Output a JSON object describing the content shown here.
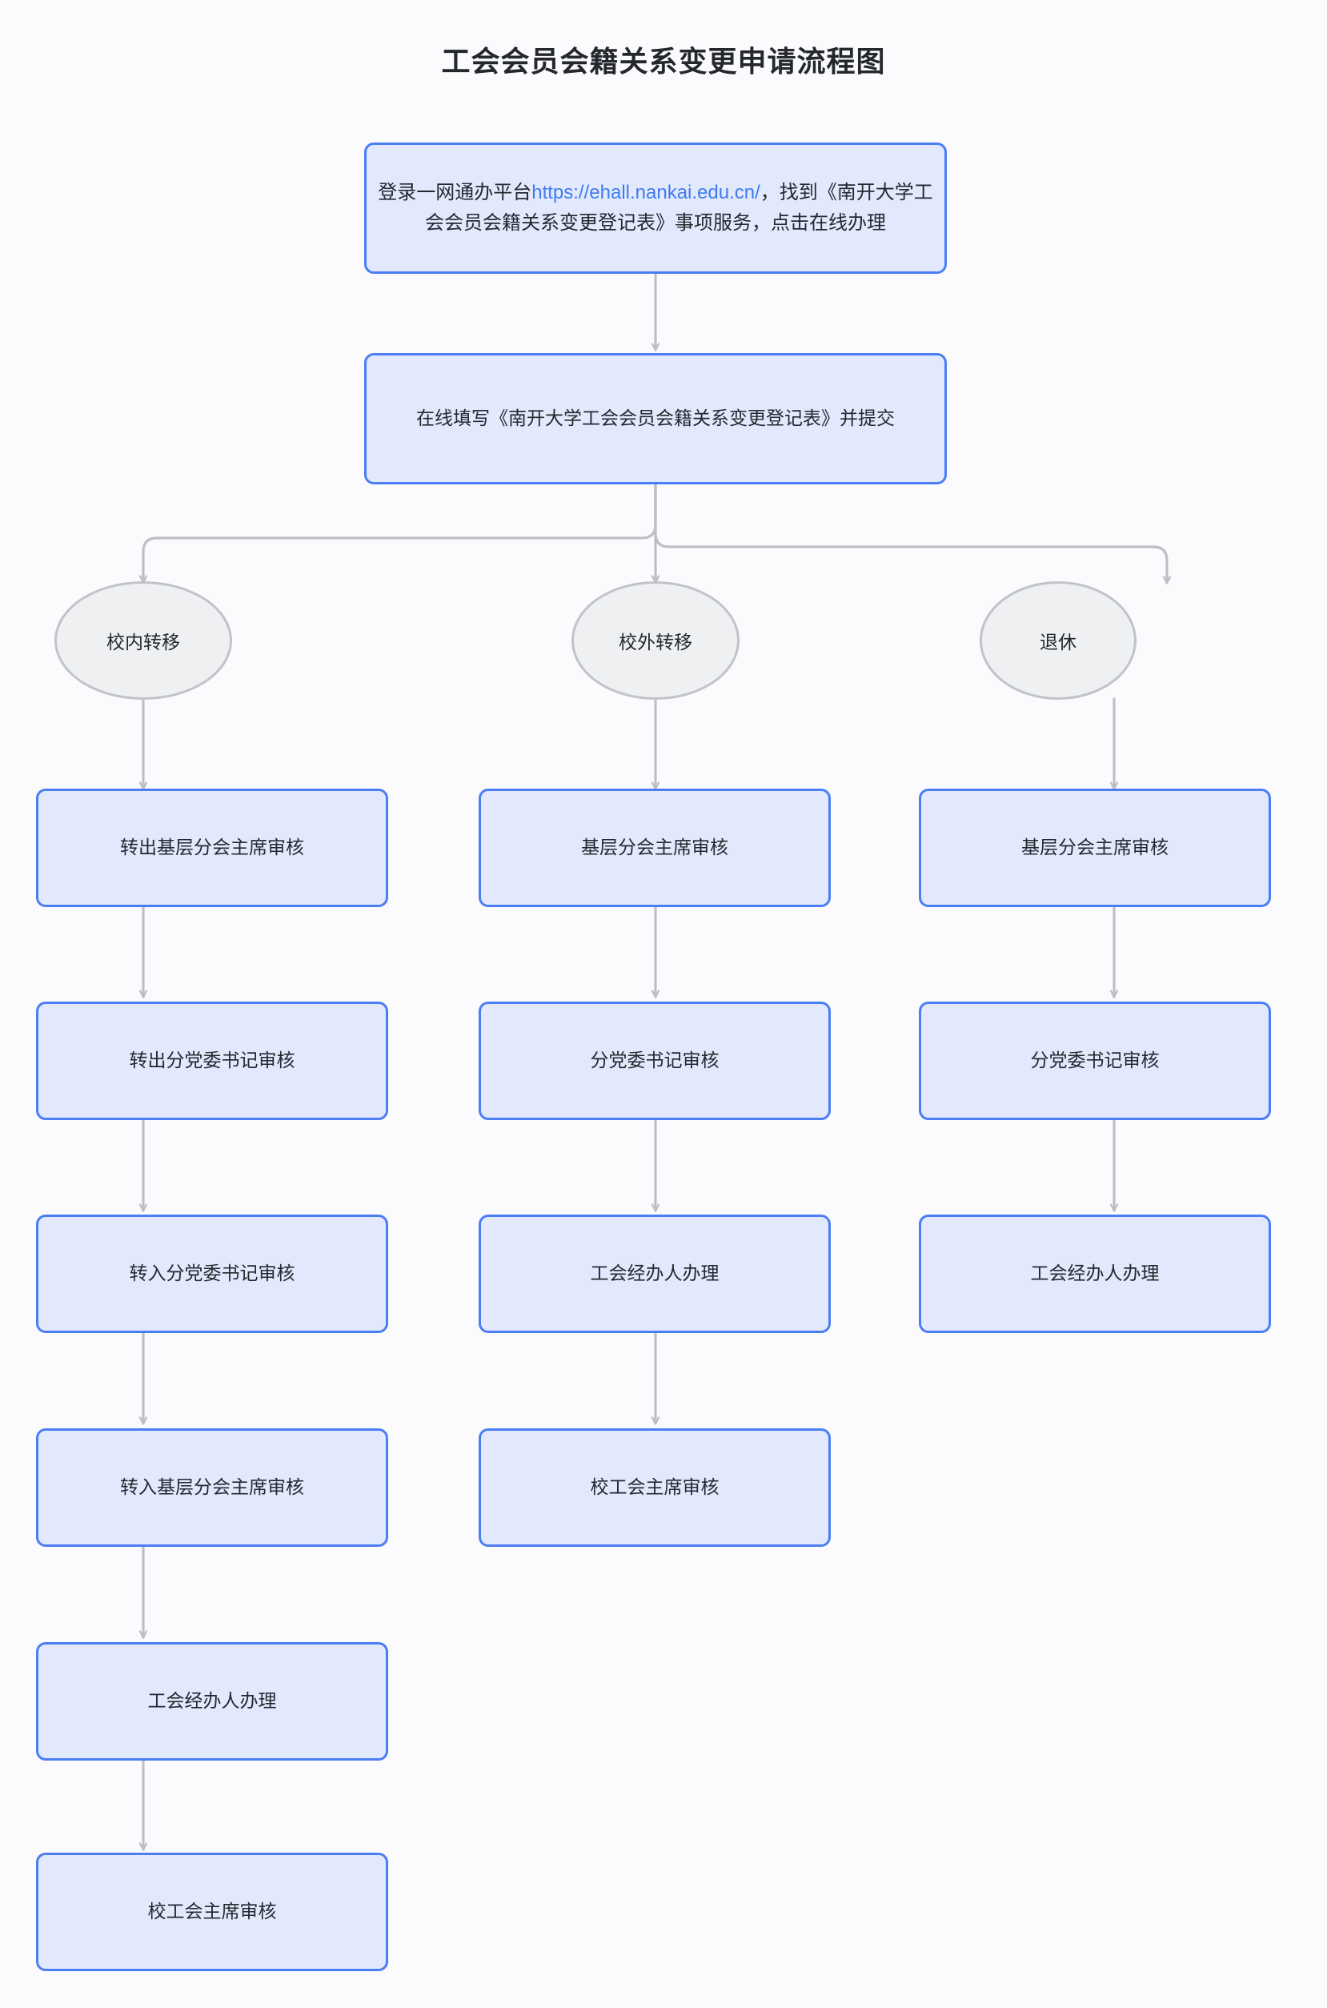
{
  "title": "工会会员会籍关系变更申请流程图",
  "colors": {
    "process_fill": "#e2e9fd",
    "process_border": "#4b7ef5",
    "decision_fill": "#eff0f2",
    "decision_border": "#c0c3c8",
    "edge": "#bcc0c4",
    "link": "#3f7bf0",
    "text": "#24282e",
    "background": "#fbfbfd"
  },
  "nodes": {
    "start": {
      "text_before_link": "登录一网通办平台",
      "link": "https://ehall.nankai.edu.cn/",
      "text_after_link": "，找到《南开大学工会会员会籍关系变更登记表》事项服务，点击在线办理"
    },
    "fill_form": "在线填写《南开大学工会会员会籍关系变更登记表》并提交"
  },
  "branches": [
    {
      "label": "校内转移",
      "steps": [
        "转出基层分会主席审核",
        "转出分党委书记审核",
        "转入分党委书记审核",
        "转入基层分会主席审核",
        "工会经办人办理",
        "校工会主席审核"
      ]
    },
    {
      "label": "校外转移",
      "steps": [
        "基层分会主席审核",
        "分党委书记审核",
        "工会经办人办理",
        "校工会主席审核"
      ]
    },
    {
      "label": "退休",
      "steps": [
        "基层分会主席审核",
        "分党委书记审核",
        "工会经办人办理"
      ]
    }
  ]
}
